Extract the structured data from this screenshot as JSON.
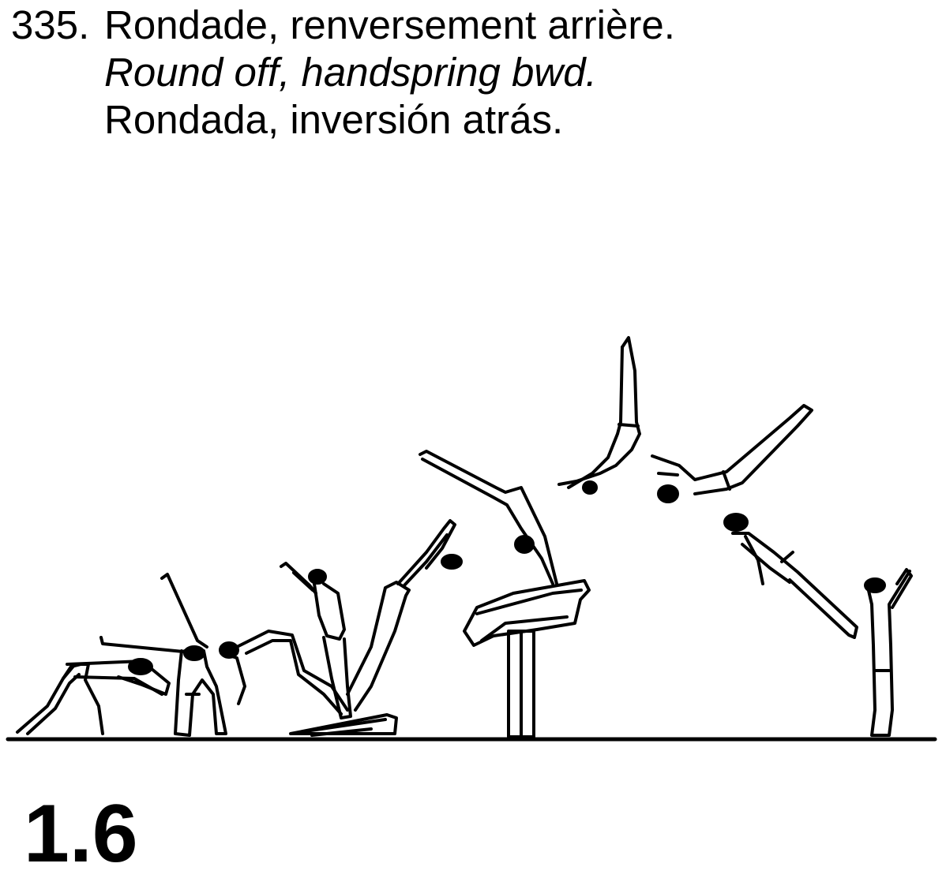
{
  "element": {
    "number": "335.",
    "name_fr": "Rondade, renversement arrière.",
    "name_en": "Round off, handspring bwd.",
    "name_es": "Rondada, inversión atrás.",
    "value": "1.6"
  },
  "illustration": {
    "figure_icon": "gymnast-silhouette",
    "springboard_icon": "springboard",
    "apparatus_icon": "vaulting-table",
    "line_color": "#000000",
    "background": "#ffffff"
  }
}
